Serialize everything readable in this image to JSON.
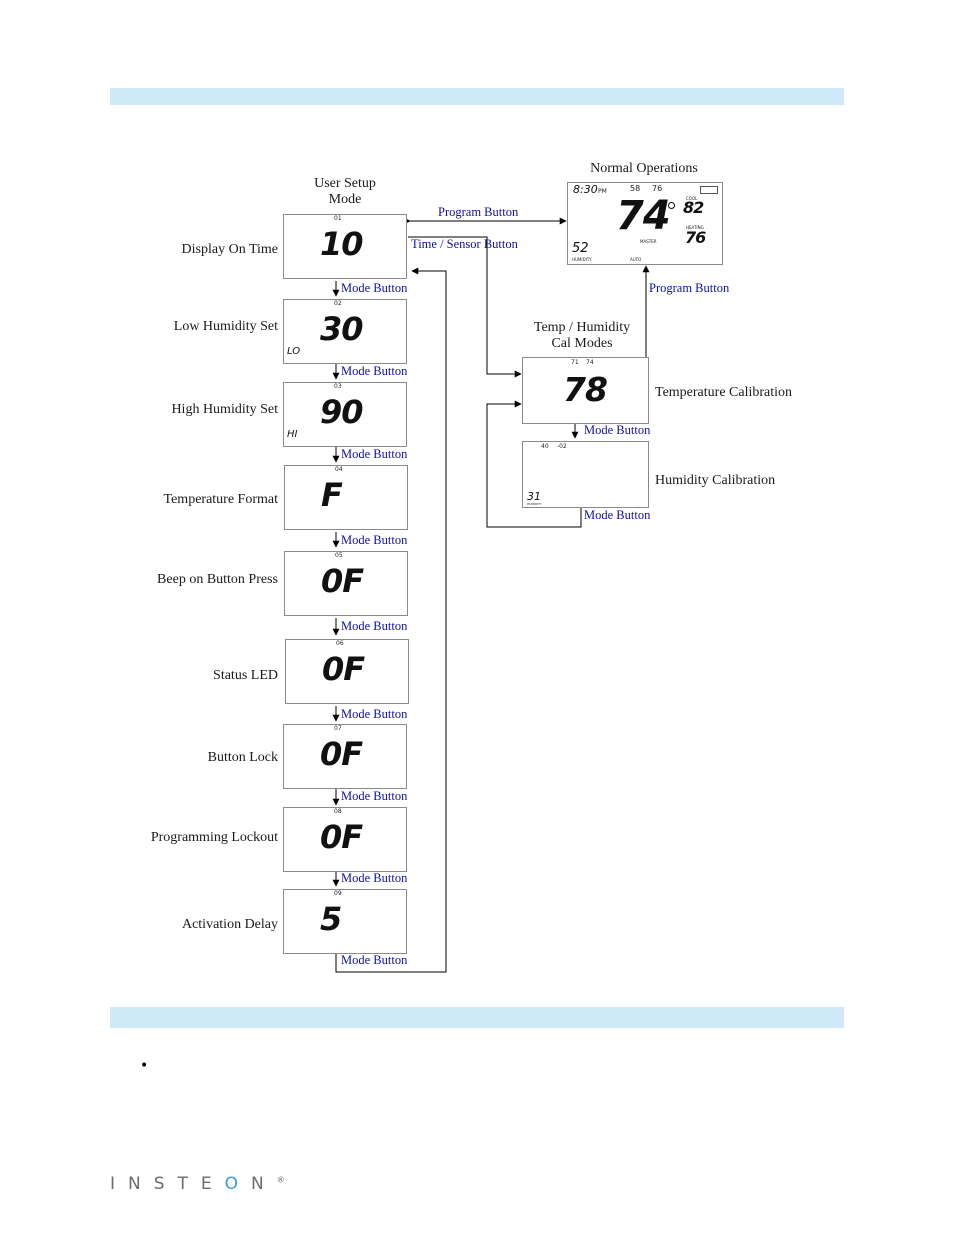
{
  "diagram": {
    "user_setup_title_line1": "User Setup",
    "user_setup_title_line2": "Mode",
    "normal_ops_title": "Normal Operations",
    "cal_title_line1": "Temp / Humidity",
    "cal_title_line2": "Cal Modes",
    "program_button_1": "Program Button",
    "time_sensor_button": "Time / Sensor Button",
    "program_button_2": "Program Button",
    "setup_steps": [
      {
        "label": "Display On Time",
        "num": "01",
        "value": "10",
        "sub": "",
        "next": "Mode Button"
      },
      {
        "label": "Low Humidity Set",
        "num": "02",
        "value": "30",
        "sub": "LO",
        "next": "Mode Button"
      },
      {
        "label": "High Humidity Set",
        "num": "03",
        "value": "90",
        "sub": "HI",
        "next": "Mode Button"
      },
      {
        "label": "Temperature Format",
        "num": "04",
        "value": "F",
        "sub": "",
        "next": "Mode Button"
      },
      {
        "label": "Beep on Button Press",
        "num": "05",
        "value": "0F",
        "sub": "",
        "next": "Mode Button"
      },
      {
        "label": "Status LED",
        "num": "06",
        "value": "0F",
        "sub": "",
        "next": "Mode Button"
      },
      {
        "label": "Button Lock",
        "num": "07",
        "value": "0F",
        "sub": "",
        "next": "Mode Button"
      },
      {
        "label": "Programming Lockout",
        "num": "08",
        "value": "0F",
        "sub": "",
        "next": "Mode Button"
      },
      {
        "label": "Activation Delay",
        "num": "09",
        "value": "5",
        "sub": "",
        "next": "Mode Button"
      }
    ],
    "normal_display": {
      "time": "8:30",
      "ampm": "PM",
      "small_a": "58",
      "small_b": "76",
      "temp": "74",
      "cool_label": "COOL",
      "cool_val": "82",
      "heat_label": "HEATING",
      "heat_val": "76",
      "humidity": "52",
      "humidity_label": "HUMIDITY",
      "master_label": "MASTER",
      "auto_label": "AUTO"
    },
    "temp_cal": {
      "label": "Temperature Calibration",
      "small_a": "71",
      "small_b": "74",
      "value": "78",
      "next": "Mode Button"
    },
    "hum_cal": {
      "label": "Humidity Calibration",
      "small_a": "40",
      "small_b": "-02",
      "value": "31",
      "humidity_label": "HUMIDITY",
      "next": "Mode Button"
    }
  },
  "footer": {
    "bullet": "•",
    "logo_a": "INSTE",
    "logo_o": "O",
    "logo_b": "N",
    "logo_reg": "®"
  }
}
